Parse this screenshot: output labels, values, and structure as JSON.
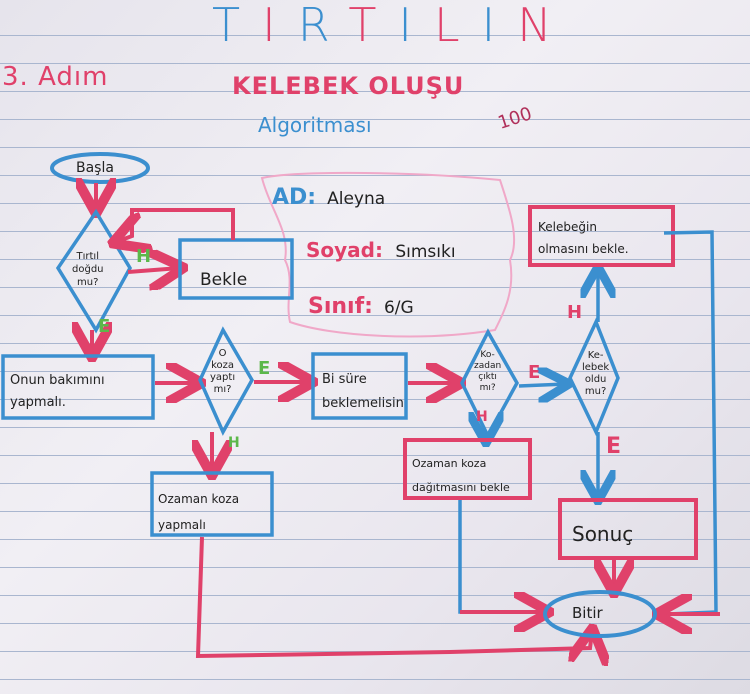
{
  "header": {
    "step_label": "3. Adım",
    "title_letters": [
      {
        "ch": "T",
        "color": "#3b8fcf"
      },
      {
        "ch": "I",
        "color": "#e0416a"
      },
      {
        "ch": "R",
        "color": "#3b8fcf"
      },
      {
        "ch": "T",
        "color": "#e0416a"
      },
      {
        "ch": "I",
        "color": "#3b8fcf"
      },
      {
        "ch": "L",
        "color": "#e0416a"
      },
      {
        "ch": "I",
        "color": "#3b8fcf"
      },
      {
        "ch": "N",
        "color": "#e0416a"
      }
    ],
    "title": "TIRTILIN",
    "subtitle": "KELEBEK OLUŞU",
    "algorithm_label": "Algoritması",
    "grade": "100"
  },
  "student_info": {
    "name_label": "AD:",
    "name_value": "Aleyna",
    "surname_label": "Soyad:",
    "surname_value": "Sımsıkı",
    "class_label": "Sınıf:",
    "class_value": "6/G"
  },
  "flowchart": {
    "start": "Başla",
    "decision_1": [
      "Tırtıl",
      "doğdu",
      "mu?"
    ],
    "wait_1": "Bekle",
    "process_1": [
      "Onun bakımını",
      "yapmalı."
    ],
    "decision_2": [
      "O",
      "koza",
      "yaptı",
      "mı?"
    ],
    "process_2": [
      "Bi süre",
      "beklemelisin"
    ],
    "process_3": [
      "Ozaman koza",
      "yapmalı"
    ],
    "decision_3": [
      "Ko-",
      "zadan",
      "çıktı",
      "mı?"
    ],
    "process_4": [
      "Ozaman koza",
      "dağıtmasını bekle"
    ],
    "process_5": [
      "Kelebeğin",
      "olmasını bekle."
    ],
    "decision_4": [
      "Ke-",
      "lebek",
      "oldu",
      "mu?"
    ],
    "result": "Sonuç",
    "end": "Bitir",
    "yes_label": "E",
    "no_label": "H"
  },
  "colors": {
    "blue": "#3b8fcf",
    "red": "#e0416a",
    "green": "#5cb84a",
    "pink_outline": "#f0a8c8",
    "ink": "#222222"
  }
}
